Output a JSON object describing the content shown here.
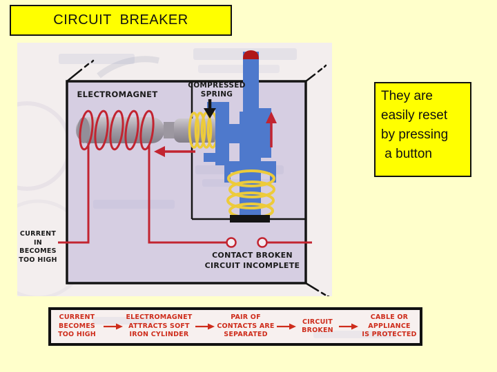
{
  "title": "CIRCUIT  BREAKER",
  "note_box": {
    "lines": [
      "They are",
      "easily reset",
      "by pressing",
      " a button"
    ]
  },
  "diagram": {
    "labels": {
      "electromagnet": "ELECTROMAGNET",
      "compressed_spring": [
        "COMPRESSED",
        "SPRING"
      ],
      "current_in": [
        "CURRENT IN",
        "BECOMES",
        "TOO HIGH"
      ],
      "contact_broken": [
        "CONTACT BROKEN",
        "CIRCUIT INCOMPLETE"
      ]
    },
    "icons": [
      "down-arrow-icon",
      "left-arrow-icon",
      "up-arrow-icon",
      "reset-button-dome",
      "contact-circles"
    ],
    "colors": {
      "box_fill": "#D6CEE2",
      "wire_red": "#C22430",
      "plunger_blue": "#4E79CC",
      "spring_yellow": "#EDCB3A",
      "cylinder_gray": "#A49FA8",
      "button_dome_red": "#B01818"
    }
  },
  "flow": {
    "steps": [
      {
        "lines": [
          "CURRENT",
          "BECOMES",
          "TOO HIGH"
        ]
      },
      {
        "lines": [
          "ELECTROMAGNET",
          "ATTRACTS SOFT",
          "IRON CYLINDER"
        ]
      },
      {
        "lines": [
          "PAIR OF",
          "CONTACTS ARE",
          "SEPARATED"
        ]
      },
      {
        "lines": [
          "CIRCUIT",
          "BROKEN"
        ]
      },
      {
        "lines": [
          "CABLE OR",
          "APPLIANCE",
          "IS PROTECTED"
        ]
      }
    ],
    "text_color": "#CE2D1C"
  },
  "colors": {
    "slide_background": "#FFFFCB",
    "highlight_yellow": "#FFFF00",
    "scan_background": "#F3EEEE"
  }
}
